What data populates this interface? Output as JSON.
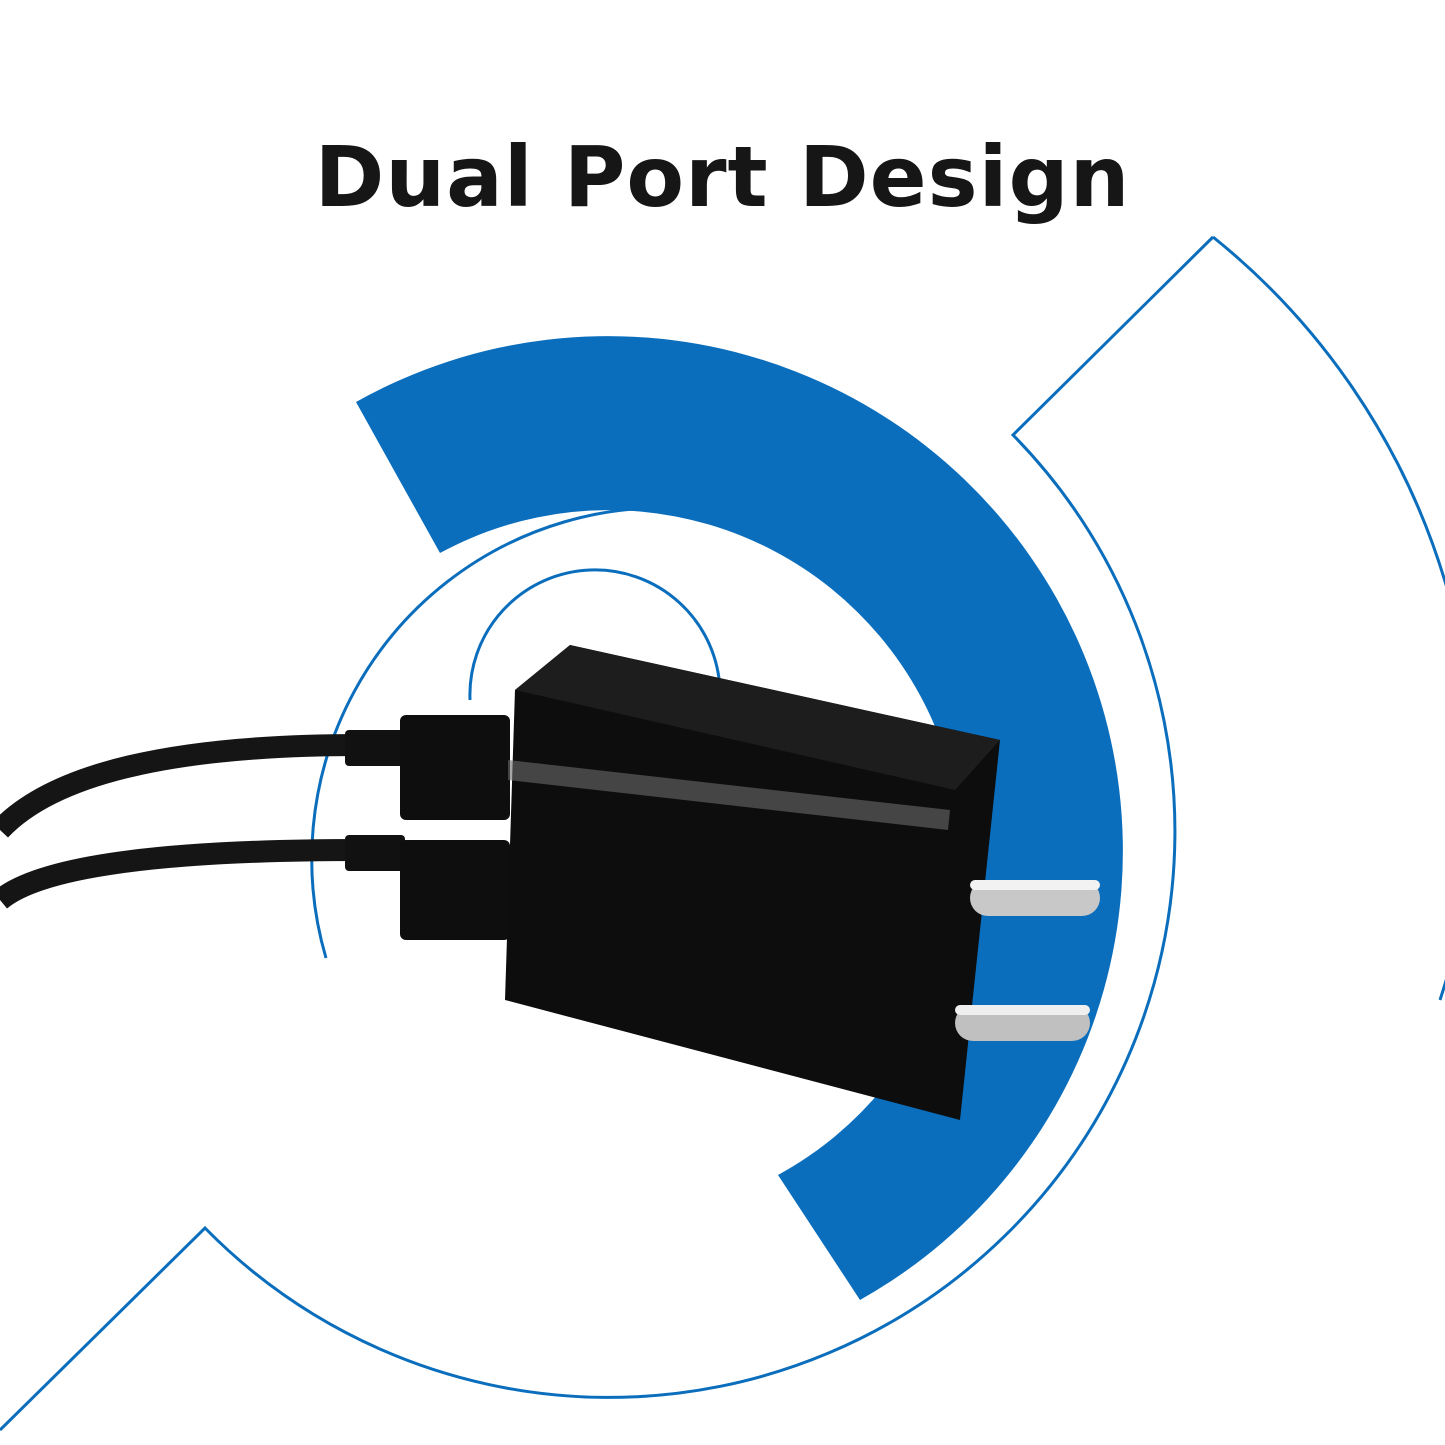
{
  "headline": "Dual Port Design",
  "colors": {
    "accent_blue": "#0a6ebd",
    "charger_black": "#0d0d0d",
    "background": "#ffffff",
    "title_text": "#161616"
  },
  "product": {
    "name": "dual-usb-wall-charger",
    "ports": 2,
    "plug_pins": 2
  }
}
